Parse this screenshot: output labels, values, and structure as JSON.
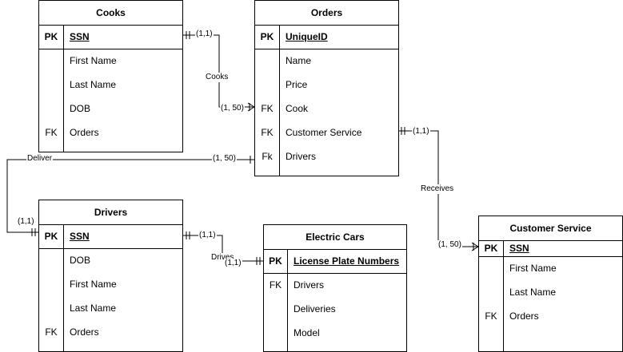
{
  "entities": {
    "cooks": {
      "title": "Cooks",
      "pk": {
        "key": "PK",
        "name": "SSN"
      },
      "attrs": [
        {
          "key": "",
          "name": "First Name"
        },
        {
          "key": "",
          "name": "Last Name"
        },
        {
          "key": "",
          "name": "DOB"
        },
        {
          "key": "FK",
          "name": "Orders"
        }
      ]
    },
    "orders": {
      "title": "Orders",
      "pk": {
        "key": "PK",
        "name": "UniqueID"
      },
      "attrs": [
        {
          "key": "",
          "name": "Name"
        },
        {
          "key": "",
          "name": "Price"
        },
        {
          "key": "FK",
          "name": "Cook"
        },
        {
          "key": "FK",
          "name": "Customer Service"
        },
        {
          "key": "Fk",
          "name": "Drivers"
        }
      ]
    },
    "drivers": {
      "title": "Drivers",
      "pk": {
        "key": "PK",
        "name": "SSN"
      },
      "attrs": [
        {
          "key": "",
          "name": "DOB"
        },
        {
          "key": "",
          "name": "First Name"
        },
        {
          "key": "",
          "name": "Last Name"
        },
        {
          "key": "FK",
          "name": "Orders"
        }
      ]
    },
    "electric_cars": {
      "title": "Electric Cars",
      "pk": {
        "key": "PK",
        "name": "License Plate Numbers"
      },
      "attrs": [
        {
          "key": "FK",
          "name": "Drivers"
        },
        {
          "key": "",
          "name": "Deliveries"
        },
        {
          "key": "",
          "name": "Model"
        }
      ]
    },
    "customer_service": {
      "title": "Customer Service",
      "pk": {
        "key": "PK",
        "name": "SSN"
      },
      "attrs": [
        {
          "key": "",
          "name": "First Name"
        },
        {
          "key": "",
          "name": "Last Name"
        },
        {
          "key": "FK",
          "name": "Orders"
        }
      ]
    }
  },
  "relationships": {
    "cooks": {
      "label": "Cooks",
      "card_from": "(1,1)",
      "card_to": "(1, 50)"
    },
    "deliver": {
      "label": "Deliver",
      "card_from": "(1,1)",
      "card_to": "(1, 50)"
    },
    "receives": {
      "label": "Receives",
      "card_from": "(1,1)",
      "card_to": "(1, 50)"
    },
    "drives": {
      "label": "Drives",
      "card_from": "(1,1)",
      "card_to": "(1,1)"
    }
  }
}
